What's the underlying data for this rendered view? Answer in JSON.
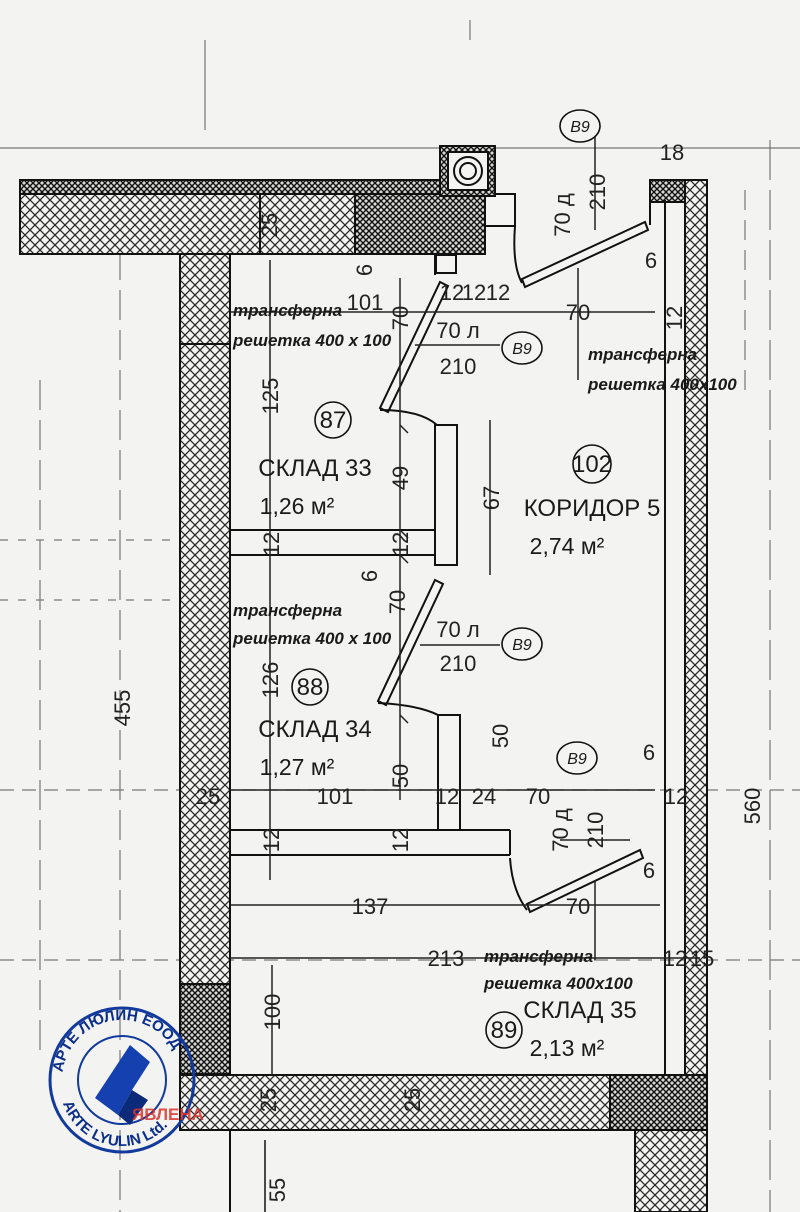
{
  "rooms": [
    {
      "number": "87",
      "name": "СКЛАД 33",
      "area": "1,26 м²"
    },
    {
      "number": "102",
      "name": "КОРИДОР 5",
      "area": "2,74 м²"
    },
    {
      "number": "88",
      "name": "СКЛАД 34",
      "area": "1,27 м²"
    },
    {
      "number": "89",
      "name": "СКЛАД 35",
      "area": "2,13 м²"
    }
  ],
  "door_tags": [
    "B9",
    "B9",
    "B9",
    "B9"
  ],
  "doors": [
    {
      "width": "70 д",
      "height": "210"
    },
    {
      "width": "70 л",
      "height": "210"
    },
    {
      "width": "70 л",
      "height": "210"
    },
    {
      "width": "70 д",
      "height": "210"
    }
  ],
  "notes": {
    "grille_1": "трансферна",
    "grille_1b": "решетка  400 х 100",
    "grille_2": "трансферна",
    "grille_2b": "решетка 400х100",
    "grille_3": "трансферна",
    "grille_3b": "решетка  400 х 100",
    "grille_4": "трансферна",
    "grille_4b": "решетка 400х100"
  },
  "dimensions": {
    "d18": "18",
    "d25top": "25",
    "d6a": "6",
    "d101a": "101",
    "d70a": "70",
    "d12a": "12",
    "d12b": "12",
    "d12c": "12",
    "d6b": "6",
    "d70b": "70",
    "d12d": "12",
    "d125": "125",
    "d49": "49",
    "d67": "67",
    "d12e": "12",
    "d12f": "12",
    "d6c": "6",
    "d70c": "70",
    "d126": "126",
    "d455": "455",
    "d50a": "50",
    "d50b": "50",
    "d25mid": "25",
    "d101b": "101",
    "d12g": "12",
    "d24": "24",
    "d70d": "70",
    "d6d": "6",
    "d12h": "12",
    "d560": "560",
    "d12i": "12",
    "d12j": "12",
    "d137": "137",
    "d70e": "70",
    "d6e": "6",
    "d213": "213",
    "d12k": "12",
    "d15": "15",
    "d100": "100",
    "d25bot": "25",
    "d25bot2": "25",
    "d55": "55",
    "d210a": "210",
    "d210b": "210"
  },
  "stamp": {
    "top_text": "АРТЕ ЛЮЛИН ЕООД",
    "bottom_text": "ARTE LYULIN Ltd.",
    "red_text": "ЯВЛЕНА"
  }
}
